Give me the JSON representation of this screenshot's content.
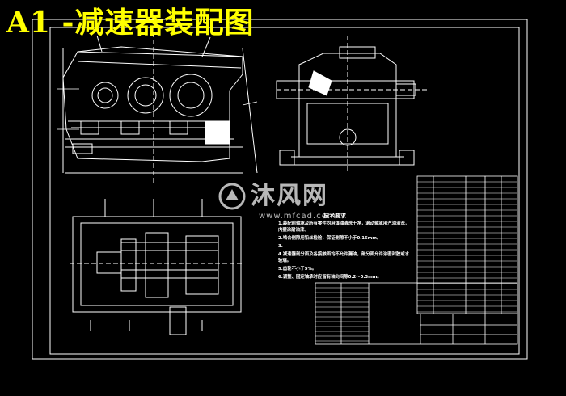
{
  "title": "A1 -减速器装配图",
  "watermark": {
    "brand": "沐风网",
    "url": "www.mfcad.com"
  },
  "tech_notes": {
    "heading": "技术要求",
    "lines": [
      "1.装配前轴承及所有零件均用煤油清洗干净，滚动轴承用汽油清洗，",
      "  内壁涂耐油漆。",
      "2.啮合侧隙用铅丝检验，保证侧隙不小于0.16mm。",
      "3.",
      "4.减速器剖分面及各接触面均不允许漏油，剖分面允许涂密封胶或水",
      "  玻璃。",
      "5.齿轮不小于5%。",
      "6.调整、固定轴承时应留有轴向间隙0.2～0.3mm。"
    ]
  },
  "colors": {
    "background": "#000000",
    "title": "#ffff00",
    "lines": "#ffffff",
    "watermark": "#ffffff"
  }
}
